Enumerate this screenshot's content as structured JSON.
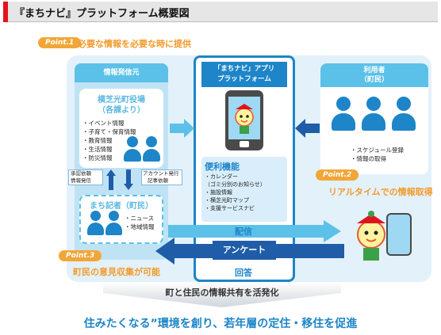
{
  "title": "『まちナビ』プラットフォーム概要図",
  "point1": {
    "badge": "Point.1",
    "text": "必要な情報を必要な時に提供"
  },
  "point2": {
    "badge": "Point.2",
    "text": "リアルタイムでの情報取得"
  },
  "point3": {
    "badge": "Point.3",
    "text": "町民の意見収集が可能"
  },
  "sender": {
    "header": "情報発信元",
    "office_line1": "横芝光町役場",
    "office_line2": "（各課より）",
    "items": [
      "・イベント情報",
      "・子育て・保育情報",
      "・教育情報",
      "・生活情報",
      "・防災情報"
    ],
    "approve_line1": "承認依頼",
    "approve_line2": "情報発信",
    "account_line1": "アカウント発行",
    "account_line2": "記事依頼",
    "reporter": "まち記者（町民）",
    "reporter_items": [
      "・ニュース",
      "・地域情報"
    ]
  },
  "platform": {
    "header_line1": "「まちナビ」アプリ",
    "header_line2": "プラットフォーム",
    "features_title": "便利機能",
    "features": [
      "・カレンダー",
      "（ゴミ分別のお知らせ）",
      "・施設情報",
      "・横芝光町マップ",
      "・支援サービスナビ"
    ]
  },
  "user": {
    "header_line1": "利用者",
    "header_line2": "（町民）",
    "items": [
      "・スケジュール登録",
      "・情報の取得"
    ]
  },
  "flow": {
    "distribute": "配信",
    "survey": "アンケート",
    "answer": "回答"
  },
  "footer": {
    "share": "町と住民の情報共有を活発化",
    "goal": "住みたくなる”環境を創り、若年層の定住・移住を促進"
  },
  "colors": {
    "accent_red": "#e1141d",
    "light_blue": "#5bc1e8",
    "dark_blue": "#1d85c8",
    "navy": "#1f5da8",
    "orange": "#f39a2a",
    "band": "#e3f1fb"
  }
}
